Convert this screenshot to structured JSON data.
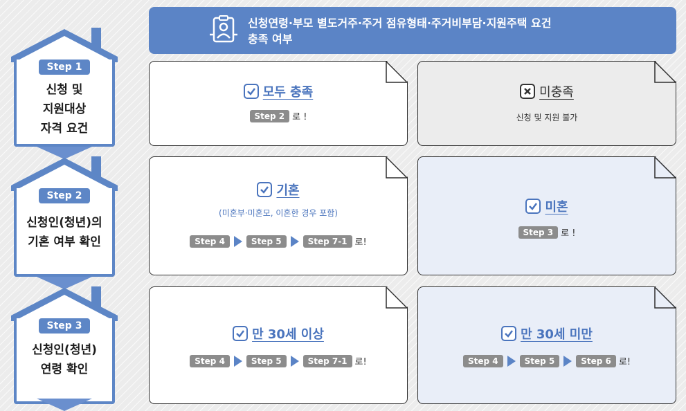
{
  "header": {
    "line1": "신청연령·부모 별도거주·주거 점유형태·주거비부담·지원주택 요건",
    "line2": "충족 여부"
  },
  "steps": [
    {
      "pill": "Step 1",
      "title_lines": [
        "신청 및",
        "지원대상",
        "자격 요건"
      ]
    },
    {
      "pill": "Step 2",
      "title_lines": [
        "신청인(청년)의",
        "기혼 여부 확인"
      ]
    },
    {
      "pill": "Step 3",
      "title_lines": [
        "신청인(청년)",
        "연령 확인"
      ]
    }
  ],
  "cards": {
    "r1_left": {
      "choice": "모두 충족",
      "tag": "Step 2",
      "suffix": "로 !"
    },
    "r1_right": {
      "choice": "미충족",
      "note": "신청 및 지원 불가"
    },
    "r2_left": {
      "choice": "기혼",
      "sub": "(미혼부·미혼모, 이혼한 경우 포함)",
      "tags": [
        "Step 4",
        "Step 5",
        "Step 7-1"
      ],
      "suffix": "로!"
    },
    "r2_right": {
      "choice": "미혼",
      "tag": "Step 3",
      "suffix": "로 !"
    },
    "r3_left": {
      "choice": "만 30세 이상",
      "tags": [
        "Step 4",
        "Step 5",
        "Step 7-1"
      ],
      "suffix": "로!"
    },
    "r3_right": {
      "choice": "만 30세 미만",
      "tags": [
        "Step 4",
        "Step 5",
        "Step 6"
      ],
      "suffix": "로!"
    }
  },
  "colors": {
    "accent": "#5b84c6",
    "tag": "#8c8c8c"
  }
}
